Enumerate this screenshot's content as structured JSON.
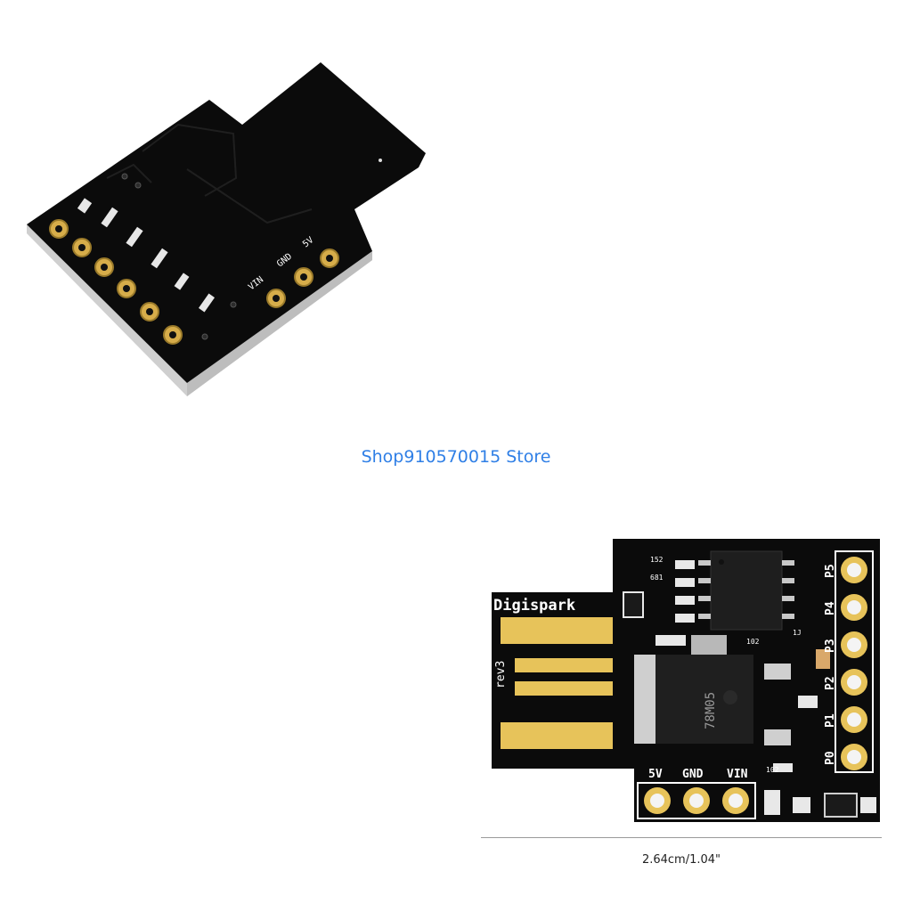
{
  "store": {
    "label": "Shop910570015 Store"
  },
  "measurement": {
    "label": "2.64cm/1.04\""
  },
  "board_front": {
    "brand": "Digispark",
    "revision": "rev3",
    "regulator": "78M05",
    "pin_labels": [
      "P5",
      "P4",
      "P3",
      "P2",
      "P1",
      "P0"
    ],
    "power_labels": [
      "5V",
      "GND",
      "VIN"
    ],
    "component_codes": [
      "152",
      "681",
      "102",
      "102",
      "1J"
    ]
  },
  "board_back": {
    "pin_labels": [
      "5V",
      "GND",
      "VIN"
    ]
  },
  "colors": {
    "pcb": "#0b0b0b",
    "gold": "#e7c35a",
    "store_link": "#2f7fe6",
    "silkscreen": "#ffffff"
  }
}
